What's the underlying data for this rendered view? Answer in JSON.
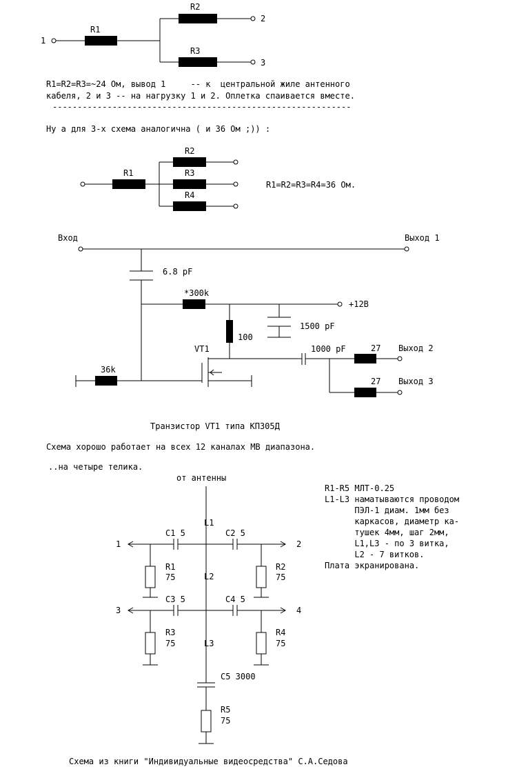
{
  "splitter2": {
    "r1": "R1",
    "r2": "R2",
    "r3": "R3",
    "in_label": "1",
    "out2": "2",
    "out3": "3",
    "note_line1": "R1=R2=R3=~24 Ом, вывод 1     -- к  центральной жиле антенного",
    "note_line2": "кабеля, 2 и 3 -- на нагрузку 1 и 2. Оплетка спаивается вместе.",
    "separator": "------------------------------------------------------------"
  },
  "splitter3": {
    "intro": "Ну а для 3-х схема аналогична ( и 36 Ом ;)) :",
    "r1": "R1",
    "r2": "R2",
    "r3": "R3",
    "r4": "R4",
    "note": "R1=R2=R3=R4=36 Ом."
  },
  "amplifier": {
    "input": "Вход",
    "out1": "Выход 1",
    "out2": "Выход 2",
    "out3": "Выход 3",
    "c_in": "6.8 pF",
    "r_bias": "*300k",
    "supply": "+12В",
    "c_supply": "1500 pF",
    "r_load": "100",
    "transistor": "VT1",
    "r_gate": "36k",
    "c_out": "1000 pF",
    "r_out2": "27",
    "r_out3": "27",
    "caption": "Транзистор VT1 типа КП305Д",
    "remark": "Схема хорошо работает на всех 12 каналах МВ диапазона."
  },
  "four_way": {
    "intro": "..на четыре телика.",
    "antenna": "от антенны",
    "l1": "L1",
    "l2": "L2",
    "l3": "L3",
    "c1": "C1 5",
    "c2": "C2 5",
    "c3": "C3 5",
    "c4": "C4 5",
    "c5": "C5 3000",
    "r1": "R1",
    "r2": "R2",
    "r3": "R3",
    "r4": "R4",
    "r5": "R5",
    "r1v": "75",
    "r2v": "75",
    "r3v": "75",
    "r4v": "75",
    "r5v": "75",
    "p1": "1",
    "p2": "2",
    "p3": "3",
    "p4": "4",
    "notes": [
      "R1-R5 МЛТ-0.25",
      "L1-L3 наматываются проводом",
      "      ПЭЛ-1 диам. 1мм без",
      "      каркасов, диаметр ка-",
      "      тушек 4мм, шаг 2мм,",
      "      L1,L3 - по 3 витка,",
      "      L2 - 7 витков.",
      "Плата экранирована."
    ],
    "source": "Схема из книги \"Индивидуальные видеосредства\" С.А.Седова"
  }
}
